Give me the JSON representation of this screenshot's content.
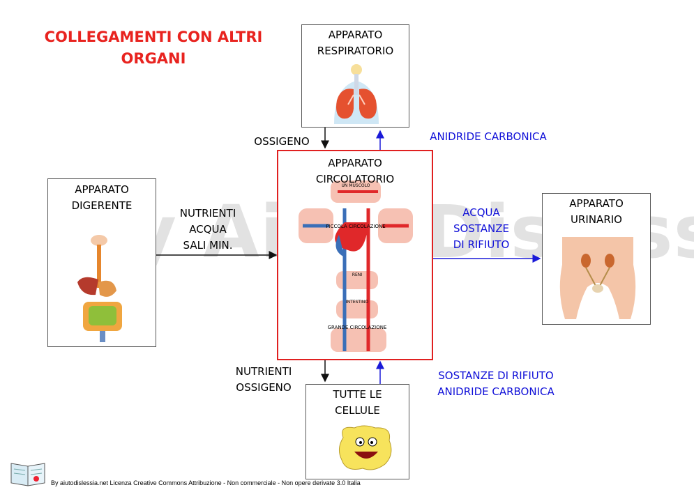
{
  "title": {
    "line1": "COLLEGAMENTI CON ALTRI",
    "line2": "ORGANI"
  },
  "boxes": {
    "respiratorio": {
      "line1": "APPARATO",
      "line2": "RESPIRATORIO"
    },
    "circolatorio": {
      "line1": "APPARATO",
      "line2": "CIRCOLATORIO",
      "labels": {
        "top": "UN MUSCOLO",
        "piccola": "PICCOLA CIRCOLAZIONE",
        "reni": "RENI",
        "intestino": "INTESTINO",
        "grande": "GRANDE CIRCOLAZIONE"
      }
    },
    "digerente": {
      "line1": "APPARATO",
      "line2": "DIGERENTE"
    },
    "urinario": {
      "line1": "APPARATO",
      "line2": "URINARIO"
    },
    "cellule": {
      "line1": "TUTTE LE",
      "line2": "CELLULE"
    }
  },
  "flows": {
    "ossigeno_in": "OSSIGENO",
    "anidride_out": "ANIDRIDE CARBONICA",
    "nutrienti": [
      "NUTRIENTI",
      "ACQUA",
      "SALI MIN."
    ],
    "urinario": [
      "ACQUA",
      "SOSTANZE",
      "DI RIFIUTO"
    ],
    "to_cells": [
      "NUTRIENTI",
      "OSSIGENO"
    ],
    "from_cells": [
      "SOSTANZE DI RIFIUTO",
      "ANIDRIDE CARBONICA"
    ]
  },
  "watermark": "By AiutoDislessia.net",
  "footer": "By aiutodislessia.net Licenza Creative Commons Attribuzione - Non commerciale - Non opere derivate 3.0 Italia",
  "colors": {
    "title": "#e8231f",
    "blue_text": "#1010d8",
    "circ_border": "#e02020",
    "blue_arrow": "#1a1ad8"
  }
}
